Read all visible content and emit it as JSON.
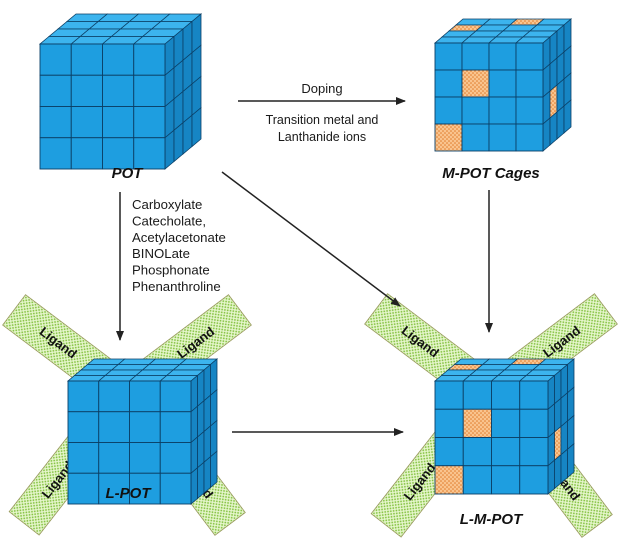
{
  "diagram": {
    "nodes": {
      "pot": {
        "label": "POT"
      },
      "mpot": {
        "label": "M-POT Cages"
      },
      "lpot": {
        "label": "L-POT"
      },
      "lmpot": {
        "label": "L-M-POT"
      }
    },
    "doping_arrow": {
      "title": "Doping",
      "line1": "Transition metal and",
      "line2": "Lanthanide ions"
    },
    "ligand_list": [
      "Carboxylate",
      "Catecholate,",
      "Acetylacetonate",
      "BINOLate",
      "Phosphonate",
      "Phenanthroline"
    ],
    "ligand_label": "Ligand"
  },
  "colors": {
    "cube_blue": "#1e9ee0",
    "cube_top": "#3cb4ee",
    "cube_side": "#1685c4",
    "grid_line": "#0b3f66",
    "dopant_orange": "#f7b77a",
    "ligand_green": "#d9f0b8",
    "ligand_border": "#9a9a60",
    "arrow": "#222222"
  }
}
